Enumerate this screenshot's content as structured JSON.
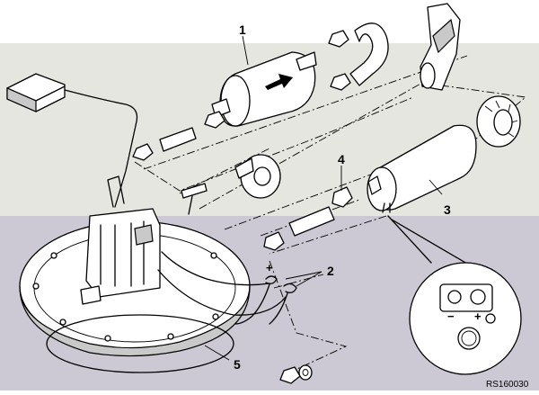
{
  "diagram": {
    "callouts": [
      {
        "id": "1",
        "label": "1"
      },
      {
        "id": "2",
        "label": "2"
      },
      {
        "id": "3",
        "label": "3"
      },
      {
        "id": "4",
        "label": "4"
      },
      {
        "id": "5",
        "label": "5"
      }
    ],
    "terminal_symbols": {
      "plus": "+",
      "minus": "−",
      "detail_plus": "+"
    },
    "reference_code": "RS160030",
    "background_bands": {
      "top": "#ffffff",
      "middle": "#e5e6df",
      "bottom": "#cdc9d4"
    }
  }
}
